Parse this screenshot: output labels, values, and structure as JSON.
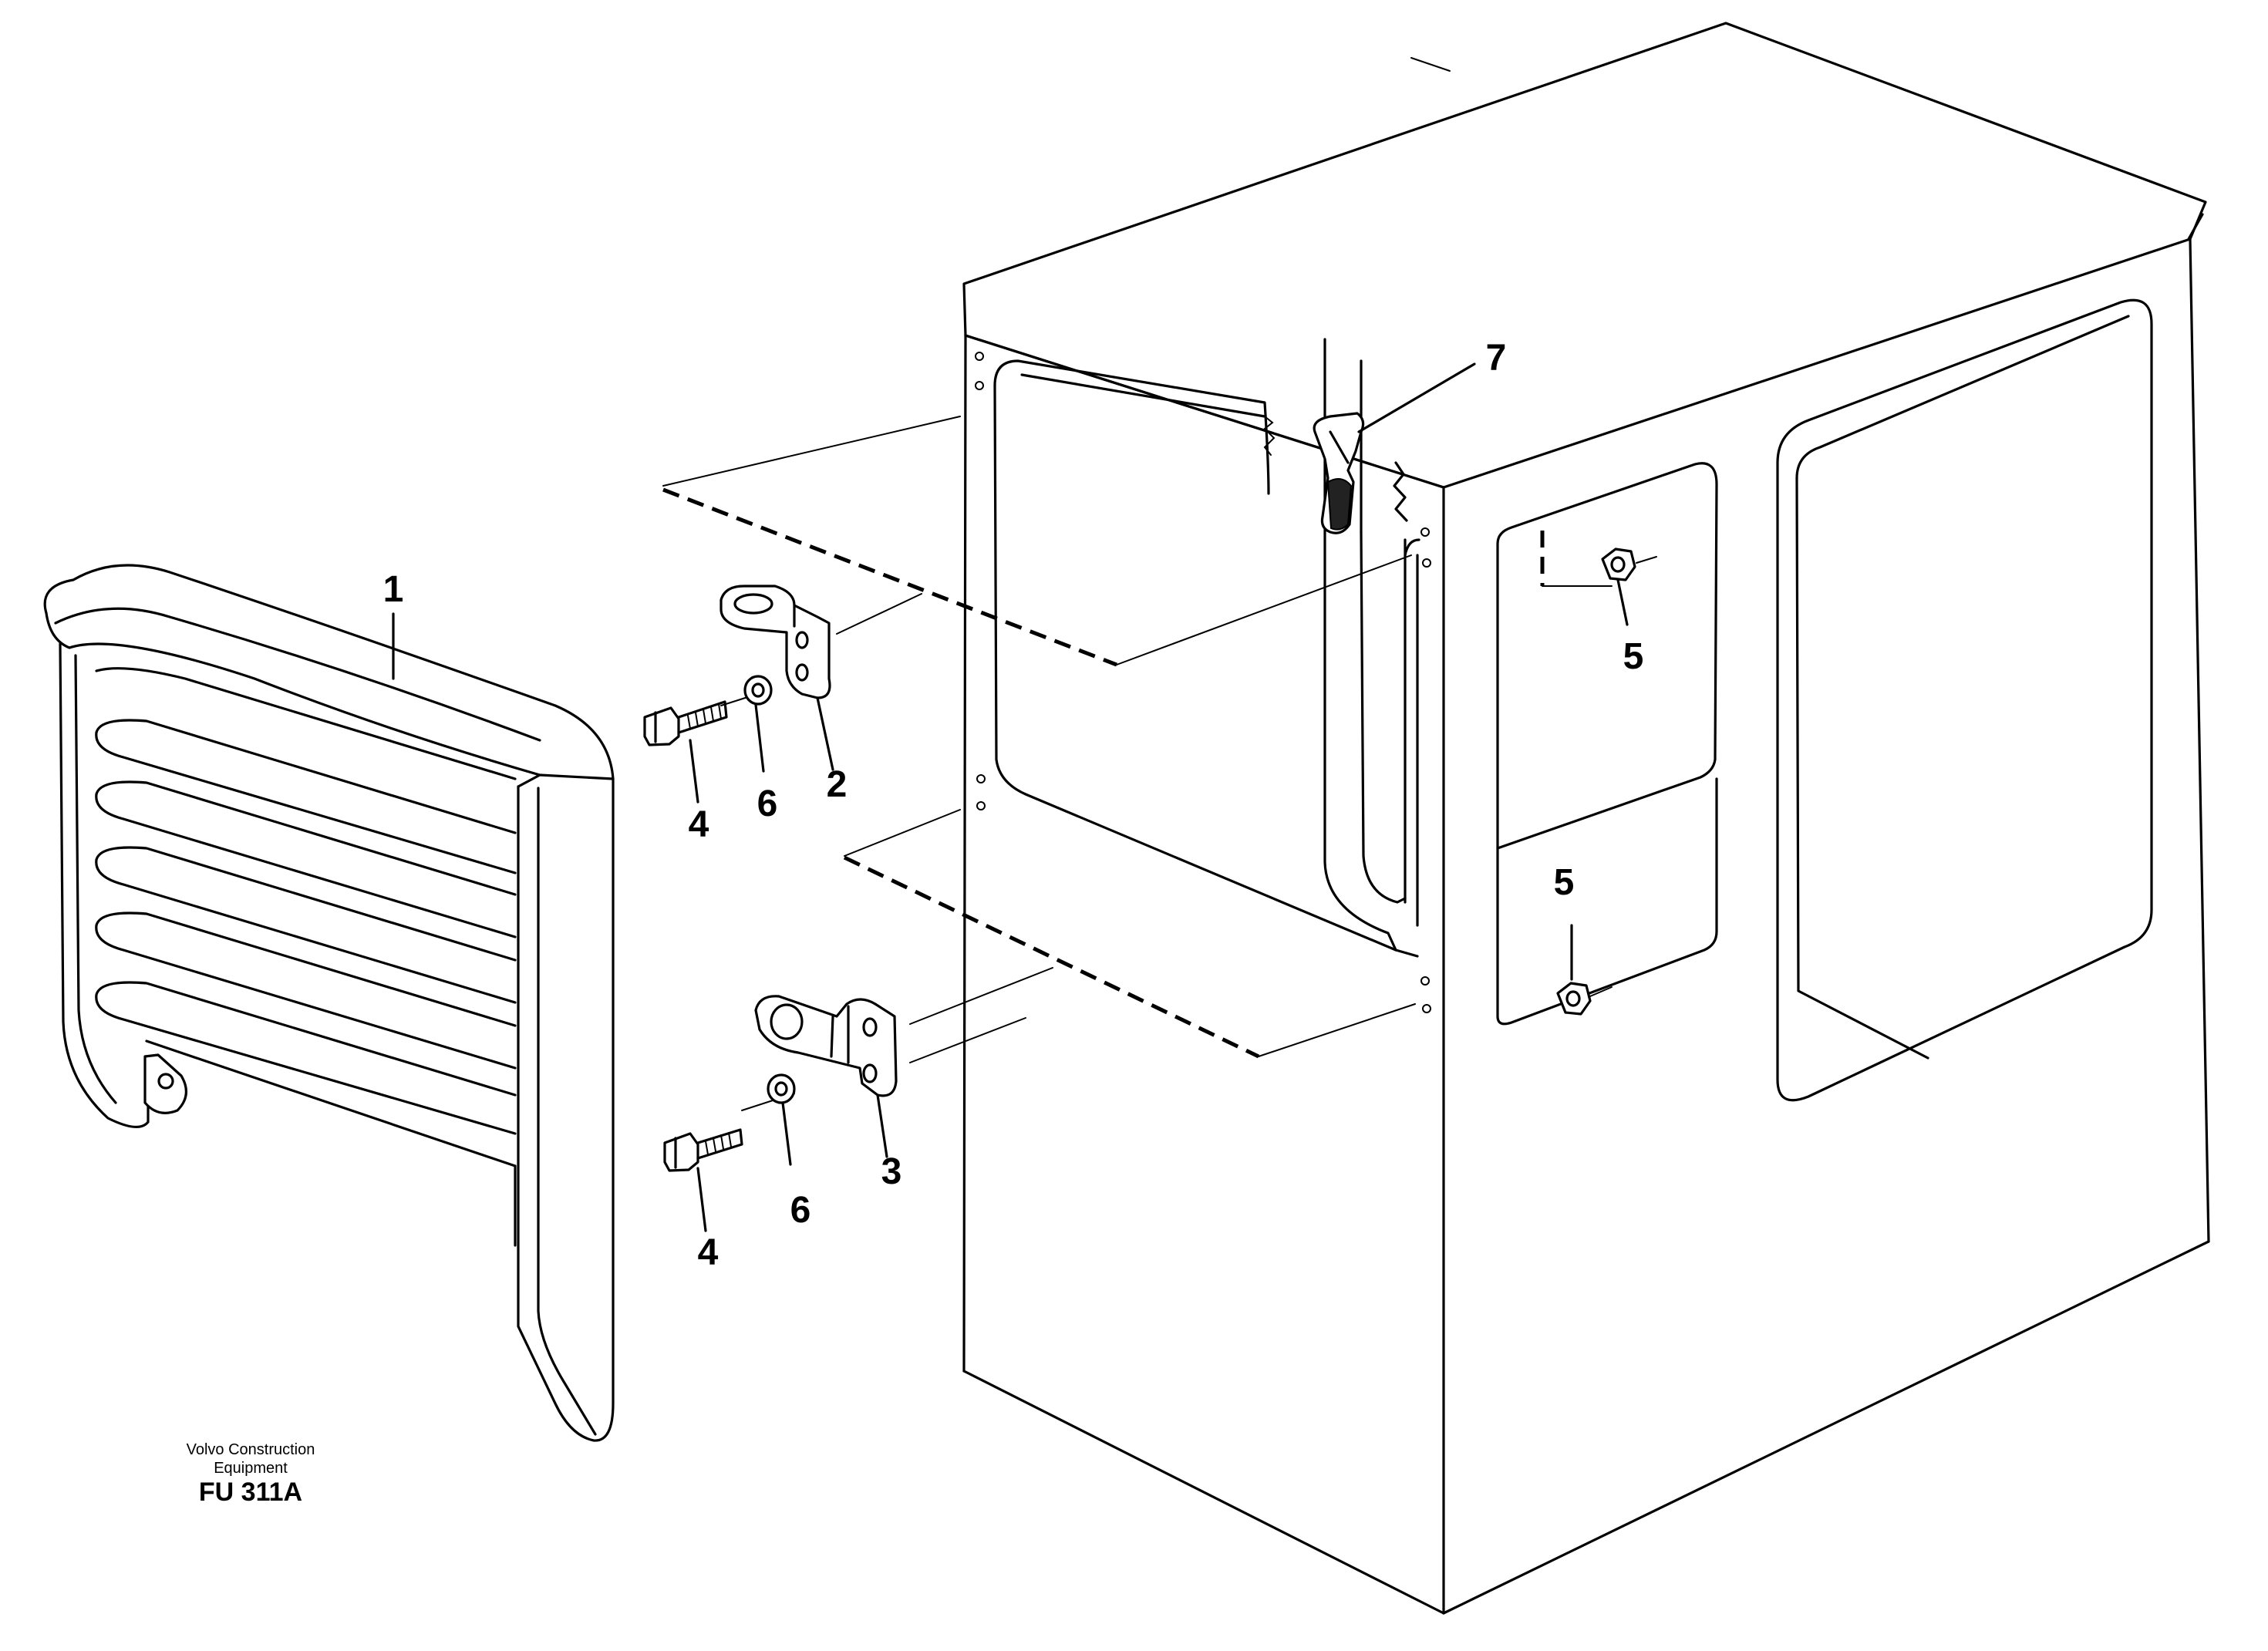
{
  "title_block": {
    "brand_line1": "Volvo Construction",
    "brand_line2": "Equipment",
    "figure_code": "FU 311A"
  },
  "callouts": [
    {
      "id": "c1",
      "label": "1"
    },
    {
      "id": "c2",
      "label": "2"
    },
    {
      "id": "c3",
      "label": "3"
    },
    {
      "id": "c4a",
      "label": "4"
    },
    {
      "id": "c4b",
      "label": "4"
    },
    {
      "id": "c5a",
      "label": "5"
    },
    {
      "id": "c5b",
      "label": "5"
    },
    {
      "id": "c6a",
      "label": "6"
    },
    {
      "id": "c6b",
      "label": "6"
    },
    {
      "id": "c7",
      "label": "7"
    }
  ],
  "colors": {
    "line": "#000000",
    "background": "#ffffff"
  }
}
